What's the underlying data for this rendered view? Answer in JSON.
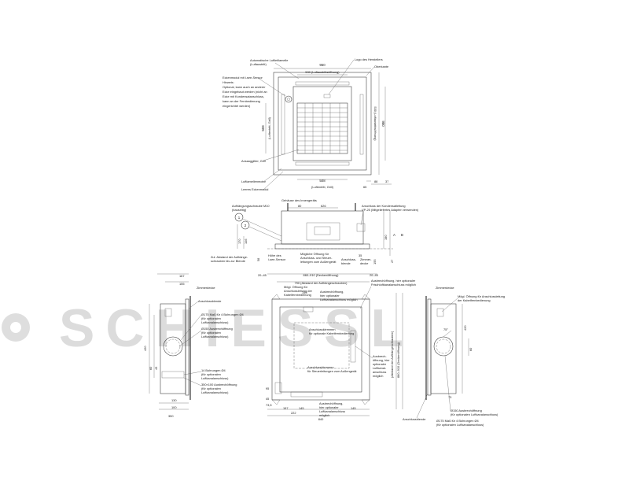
{
  "watermark": {
    "text": "SCHIESSL",
    "color": "#dcdcdc"
  },
  "top_view": {
    "labels": {
      "automatic_louver": "Automatische Luftleitlamelle",
      "air_outlet": "(Luftaustritt)",
      "logo": "Logo des Herstellers",
      "top_edge": "Oberkante",
      "corner_module_1": "Eckenmodul mit i-see-Sensor",
      "corner_module_2": "Hinweis:",
      "corner_module_3": "Optional, kann auch an anderer",
      "corner_module_4": "Ecke eingebaut werden (nicht an",
      "corner_module_5": "Ecke mit Kondensatanschluss,",
      "corner_module_6": "kann an der Fernbedienung",
      "corner_module_7": "eingerichtet werden)",
      "air_inlet_grille": "Ansauggitter, Grill",
      "louver_motor": "Luftlamellenmotor",
      "empty_corner": "Leeres Eckenmodul",
      "air_inlet_bottom": "(Luftentritt, Grill)",
      "air_inlet_left": "(Luftentritt, Grill)",
      "outlet_opening_top": "(Luftaustrittsöffnung)",
      "outlet_opening_right": "(Luftaustrittsöffnung)"
    },
    "dims": {
      "d950_top": "950",
      "d530_top": "530 (Luftaustrittsöffnung)",
      "d508_bottom": "508",
      "d508_left": "508",
      "d950_right": "950",
      "d530_right": "530 (Luftaustrittsöffnung)",
      "d65": "65",
      "d37": "37",
      "d88": "88"
    }
  },
  "side_view": {
    "labels": {
      "housing_title": "Gehäuse des Innengeräts",
      "hanging_bolt": "Aufhängungsschraube M10",
      "on_site": "(bauseitig)",
      "drain_connection": "Anschluss der Kondensatleitung",
      "drain_spec": "VP-25 (Mitgeliefertes Adapter verwenden)",
      "min_dist_1": "Zul. Abstand der Aufhänge-",
      "min_dist_2": "schrauben bis zur Blende",
      "height_isee_1": "Höhe des",
      "height_isee_2": "i-see-Sensor",
      "possible_opening_1": "Mögliche Öffnung für",
      "possible_opening_2": "Anschluss- und Steuer-",
      "possible_opening_3": "leitungen zum Außengerät",
      "connection_cover_1": "Anschluss-",
      "connection_cover_2": "blende",
      "ceiling": "Zimmer-",
      "ceiling_2": "decke",
      "callout_1": "1",
      "callout_2": "2"
    },
    "dims": {
      "d80": "80",
      "d626": "626",
      "d170": "170",
      "d146": "146",
      "d190": "190",
      "d58": "58",
      "d35": "35",
      "d27": "27",
      "d155": "155",
      "dA": "A",
      "dB": "B"
    }
  },
  "bottom_views": {
    "labels": {
      "d860_910": "860–910 (Deckenöffnung)",
      "d790": "790 (Abstand der Aufhängeschrauben)",
      "d20_45a": "20–45",
      "d20_45b": "20–45",
      "remote_opening_1": "Mögl. Öffnung für",
      "remote_opening_2": "Anschlussleitung der",
      "remote_opening_3": "Kabelfernbedienung",
      "cutout_fresh_1": "Ausbrechöffnung, hier optionaler",
      "cutout_fresh_2": "Frischluftkanalanschluss möglich",
      "cutout_1": "Ausbrechöffnung,",
      "cutout_2": "hier optionaler",
      "cutout_3": "Luftkanalanschluss möglich",
      "terminal_1": "Anschlussklemmen",
      "terminal_2": "für optionale Kabelfernbedienung",
      "terminal_out_1": "Anschlussklemmen",
      "terminal_out_2": "für Steuerleitungen zum Außengerät",
      "cutout_right_1": "Ausbrech-",
      "cutout_right_2": "öffnung, hier",
      "cutout_right_3": "optionaler",
      "cutout_right_4": "Luftkanal-",
      "cutout_right_5": "anschluss",
      "cutout_right_6": "möglich",
      "cutout_bottom_1": "Ausbrechöffnung,",
      "cutout_bottom_2": "hier optionaler",
      "cutout_bottom_3": "Luftkanalanschluss",
      "cutout_bottom_4": "möglich",
      "ceiling_opening_v": "860–910 (Deckenöffnung)",
      "hanging_v": "(Abstand der Aufhängeschrauben)",
      "d840": "840",
      "d222": "222",
      "d197": "197",
      "d145a": "145",
      "d145b": "145",
      "d145c": "145",
      "d73_5": "73,5",
      "d95": "95",
      "d45": "45"
    }
  },
  "left_view": {
    "labels": {
      "d167": "167",
      "d155": "155",
      "ceiling": "Zimmerdecke",
      "cover": "Anschlussblende",
      "d175_holes_1": "Ø175 Maß für 4 Bohrungen Ø4",
      "d175_holes_2": "(für optionalen",
      "d175_holes_3": "Luftkanalanschluss)",
      "d150_1": "Ø150 Ausbrechöffnung",
      "d150_2": "(für optionalen",
      "d150_3": "Luftkanalanschluss)",
      "d14_1": "14 Bohrungen Ø4",
      "d14_2": "(für optionalen",
      "d14_3": "Luftkanalanschluss)",
      "d350_1": "350×100 Ausbrechöffnung",
      "d350_2": "(für optionalen",
      "d350_3": "Luftkanalanschluss)",
      "d420": "420",
      "d130": "130",
      "d100": "100",
      "d60": "60",
      "d45": "45",
      "d350": "350"
    }
  },
  "right_view": {
    "labels": {
      "ceiling": "Zimmerdecke",
      "remote_1": "Mögl. Öffnung für Anschlussleitung",
      "remote_2": "der Kabelfernbedienung",
      "cover": "Anschlussblende",
      "d150_1": "Ø150 Ausbrechöffnung",
      "d150_2": "(für optionalen Luftkanalanschluss)",
      "d175_1": "Ø175 Maß für 4 Bohrungen Ø4",
      "d175_2": "(für optionalen Luftkanalanschluss)",
      "angle": "75°",
      "d420": "420",
      "d60": "60",
      "d73": "73"
    }
  }
}
